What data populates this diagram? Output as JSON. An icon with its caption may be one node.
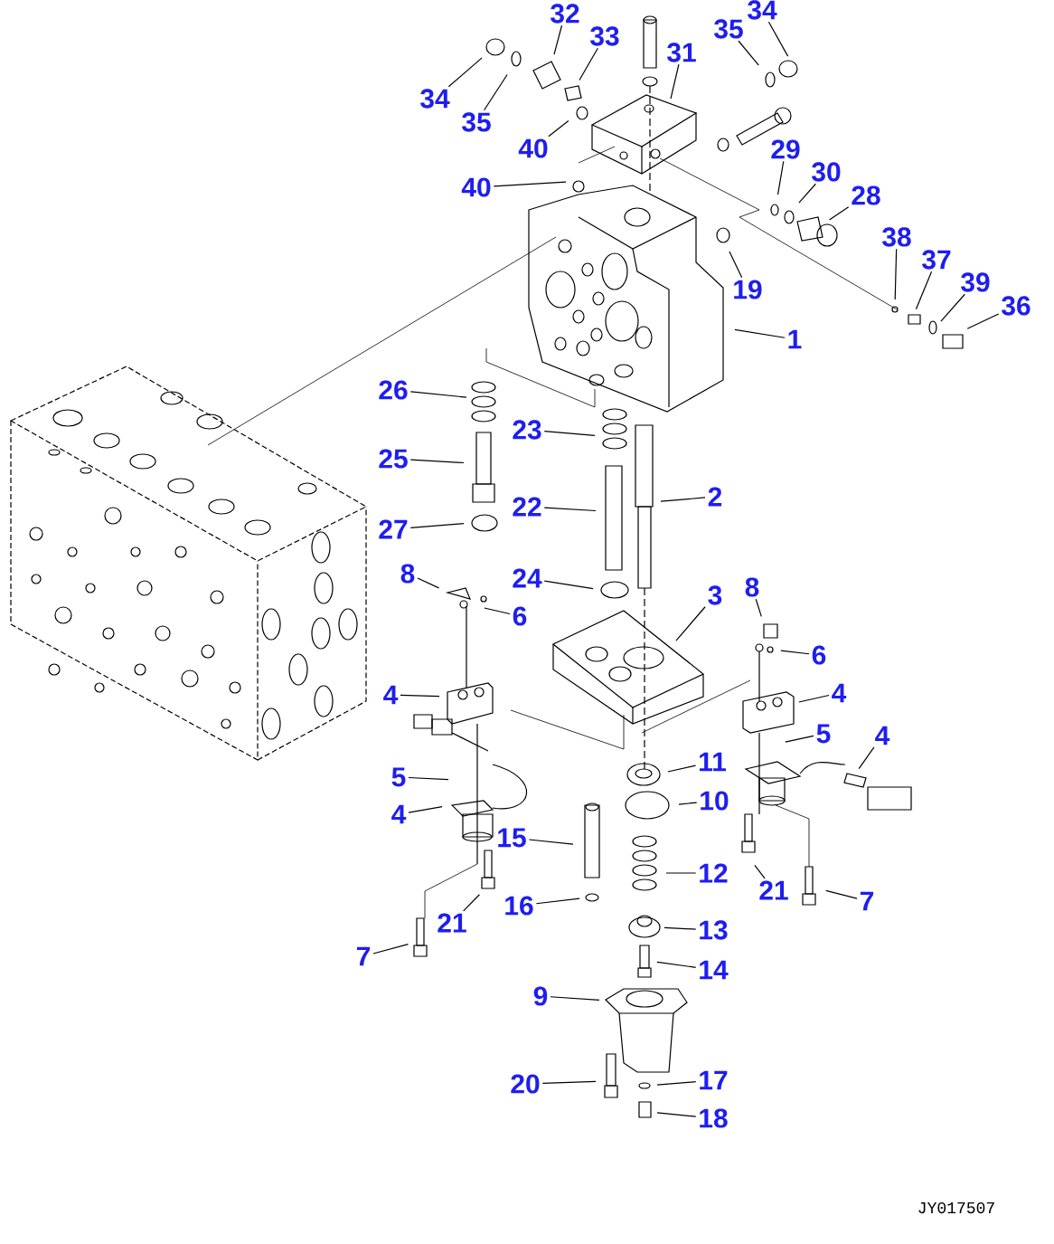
{
  "diagram": {
    "nodes": [
      {
        "text": [
          "32"
        ]
      },
      {
        "text": [
          "33"
        ]
      },
      {
        "text": [
          "31"
        ]
      },
      {
        "text": [
          "35"
        ]
      },
      {
        "text": [
          "34"
        ]
      },
      {
        "text": [
          "34"
        ]
      },
      {
        "text": [
          "35"
        ]
      },
      {
        "text": [
          "40"
        ]
      },
      {
        "text": [
          "40"
        ]
      },
      {
        "text": [
          "29"
        ]
      },
      {
        "text": [
          "30"
        ]
      },
      {
        "text": [
          "28"
        ]
      },
      {
        "text": [
          "19"
        ]
      },
      {
        "text": [
          "38"
        ]
      },
      {
        "text": [
          "37"
        ]
      },
      {
        "text": [
          "39"
        ]
      },
      {
        "text": [
          "36"
        ]
      },
      {
        "text": [
          "1"
        ]
      },
      {
        "text": [
          "26"
        ]
      },
      {
        "text": [
          "23"
        ]
      },
      {
        "text": [
          "25"
        ]
      },
      {
        "text": [
          "22"
        ]
      },
      {
        "text": [
          "2"
        ]
      },
      {
        "text": [
          "27"
        ]
      },
      {
        "text": [
          "24"
        ]
      },
      {
        "text": [
          "8"
        ]
      },
      {
        "text": [
          "6"
        ]
      },
      {
        "text": [
          "3"
        ]
      },
      {
        "text": [
          "8"
        ]
      },
      {
        "text": [
          "6"
        ]
      },
      {
        "text": [
          "4"
        ]
      },
      {
        "text": [
          "4"
        ]
      },
      {
        "text": [
          "5"
        ]
      },
      {
        "text": [
          "4"
        ]
      },
      {
        "text": [
          "11"
        ]
      },
      {
        "text": [
          "10"
        ]
      },
      {
        "text": [
          "5"
        ]
      },
      {
        "text": [
          "4"
        ]
      },
      {
        "text": [
          "15"
        ]
      },
      {
        "text": [
          "21"
        ]
      },
      {
        "text": [
          "12"
        ]
      },
      {
        "text": [
          "7"
        ]
      },
      {
        "text": [
          "16"
        ]
      },
      {
        "text": [
          "21"
        ]
      },
      {
        "text": [
          "13"
        ]
      },
      {
        "text": [
          "7"
        ]
      },
      {
        "text": [
          "14"
        ]
      },
      {
        "text": [
          "9"
        ]
      },
      {
        "text": [
          "20"
        ]
      },
      {
        "text": [
          "17"
        ]
      },
      {
        "text": [
          "18"
        ]
      }
    ],
    "edges": [
      {
        "from": 0,
        "to": null,
        "arrow": "none"
      },
      {
        "from": 1,
        "to": null,
        "arrow": "none"
      },
      {
        "from": 2,
        "to": null,
        "arrow": "none"
      },
      {
        "from": 3,
        "to": null,
        "arrow": "none"
      },
      {
        "from": 4,
        "to": null,
        "arrow": "none"
      },
      {
        "from": 5,
        "to": null,
        "arrow": "none"
      },
      {
        "from": 6,
        "to": null,
        "arrow": "none"
      },
      {
        "from": 7,
        "to": null,
        "arrow": "none"
      },
      {
        "from": 8,
        "to": null,
        "arrow": "none"
      },
      {
        "from": 9,
        "to": null,
        "arrow": "none"
      },
      {
        "from": 10,
        "to": null,
        "arrow": "none"
      },
      {
        "from": 11,
        "to": null,
        "arrow": "none"
      },
      {
        "from": 12,
        "to": null,
        "arrow": "none"
      },
      {
        "from": 13,
        "to": null,
        "arrow": "none"
      },
      {
        "from": 14,
        "to": null,
        "arrow": "none"
      },
      {
        "from": 15,
        "to": null,
        "arrow": "none"
      },
      {
        "from": 16,
        "to": null,
        "arrow": "none"
      },
      {
        "from": 17,
        "to": null,
        "arrow": "none"
      },
      {
        "from": 18,
        "to": null,
        "arrow": "none"
      },
      {
        "from": 19,
        "to": null,
        "arrow": "none"
      },
      {
        "from": 20,
        "to": null,
        "arrow": "none"
      },
      {
        "from": 21,
        "to": null,
        "arrow": "none"
      },
      {
        "from": 22,
        "to": null,
        "arrow": "none"
      },
      {
        "from": 23,
        "to": null,
        "arrow": "none"
      },
      {
        "from": 24,
        "to": null,
        "arrow": "none"
      },
      {
        "from": 25,
        "to": null,
        "arrow": "none"
      },
      {
        "from": 26,
        "to": null,
        "arrow": "none"
      },
      {
        "from": 27,
        "to": null,
        "arrow": "none"
      },
      {
        "from": 28,
        "to": null,
        "arrow": "none"
      },
      {
        "from": 29,
        "to": null,
        "arrow": "none"
      },
      {
        "from": 30,
        "to": null,
        "arrow": "none"
      },
      {
        "from": 31,
        "to": null,
        "arrow": "none"
      },
      {
        "from": 32,
        "to": null,
        "arrow": "none"
      },
      {
        "from": 33,
        "to": null,
        "arrow": "none"
      },
      {
        "from": 34,
        "to": null,
        "arrow": "none"
      },
      {
        "from": 35,
        "to": null,
        "arrow": "none"
      },
      {
        "from": 36,
        "to": null,
        "arrow": "none"
      },
      {
        "from": 37,
        "to": null,
        "arrow": "none"
      },
      {
        "from": 38,
        "to": null,
        "arrow": "none"
      },
      {
        "from": 39,
        "to": null,
        "arrow": "none"
      },
      {
        "from": 40,
        "to": null,
        "arrow": "none"
      },
      {
        "from": 41,
        "to": null,
        "arrow": "none"
      },
      {
        "from": 42,
        "to": null,
        "arrow": "none"
      },
      {
        "from": 43,
        "to": null,
        "arrow": "none"
      },
      {
        "from": 44,
        "to": null,
        "arrow": "none"
      },
      {
        "from": 45,
        "to": null,
        "arrow": "none"
      },
      {
        "from": 46,
        "to": null,
        "arrow": "none"
      },
      {
        "from": 47,
        "to": null,
        "arrow": "none"
      },
      {
        "from": 48,
        "to": null,
        "arrow": "none"
      },
      {
        "from": 49,
        "to": null,
        "arrow": "none"
      },
      {
        "from": 50,
        "to": null,
        "arrow": "none"
      }
    ],
    "labels": [
      "JY017507"
    ]
  }
}
